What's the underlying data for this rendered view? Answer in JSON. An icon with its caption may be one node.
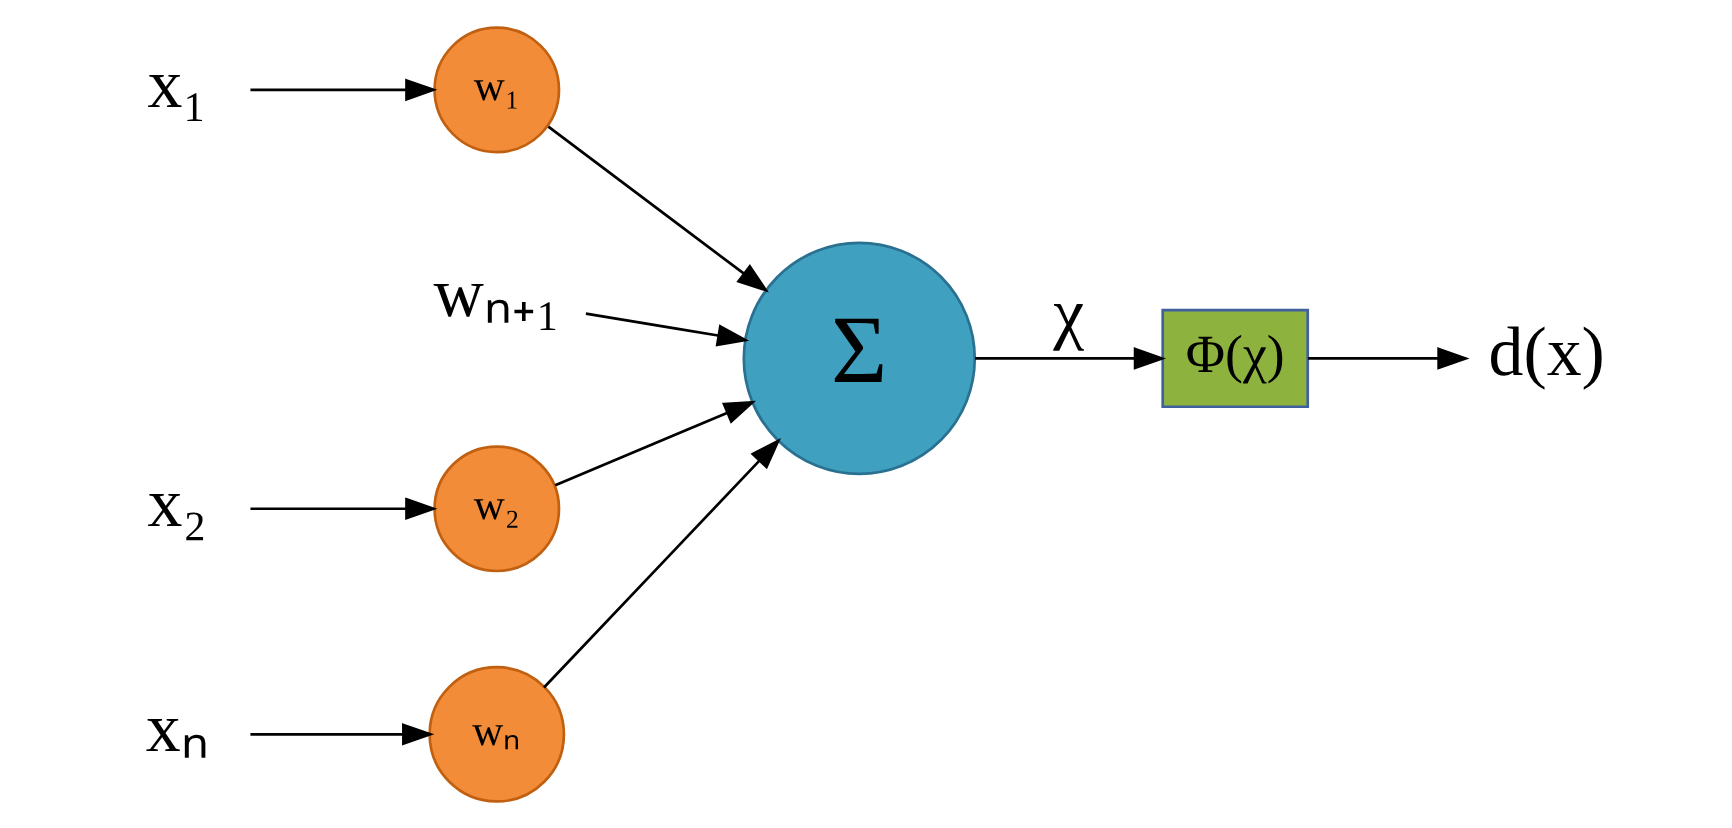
{
  "diagram": {
    "nodes": [
      {
        "text": [
          "x₁"
        ]
      },
      {
        "text": [
          "w₁"
        ]
      },
      {
        "text": [
          "wₙ₊₁"
        ]
      },
      {
        "text": [
          "x₂"
        ]
      },
      {
        "text": [
          "w₂"
        ]
      },
      {
        "text": [
          "Σ"
        ]
      },
      {
        "text": [
          "Φ(χ)"
        ]
      },
      {
        "text": [
          "d(x)"
        ]
      },
      {
        "text": [
          "xₙ"
        ]
      },
      {
        "text": [
          "wₙ"
        ]
      }
    ],
    "edges": [
      {
        "from": 0,
        "to": 1,
        "arrow": "to"
      },
      {
        "from": 1,
        "to": 5,
        "arrow": "to"
      },
      {
        "from": 2,
        "to": 5,
        "arrow": "to"
      },
      {
        "from": 3,
        "to": 4,
        "arrow": "to"
      },
      {
        "from": 4,
        "to": 5,
        "arrow": "to"
      },
      {
        "from": 5,
        "to": 6,
        "label": "χ",
        "arrow": "to"
      },
      {
        "from": 6,
        "to": 7,
        "arrow": "to"
      },
      {
        "from": 8,
        "to": 9,
        "arrow": "to"
      },
      {
        "from": 9,
        "to": 5,
        "arrow": "to"
      }
    ]
  }
}
